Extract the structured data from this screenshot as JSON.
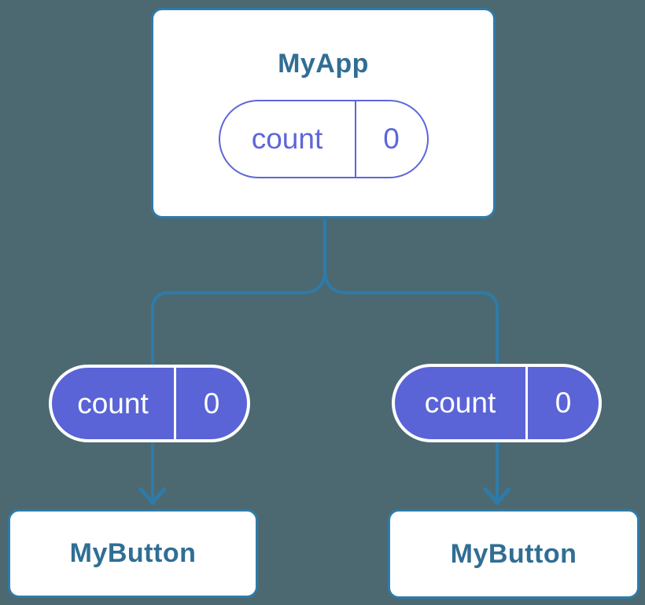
{
  "colors": {
    "background": "#4C6971",
    "connector_blue": "#2E7BA9",
    "title_blue": "#306E94",
    "pill_fill_purple": "#5A64D7",
    "pill_outline_purple": "#5D66DA",
    "card_background": "#FFFFFF"
  },
  "tree": {
    "root": {
      "title": "MyApp",
      "state": {
        "name": "count",
        "value": "0"
      }
    },
    "children": [
      {
        "title": "MyButton",
        "prop": {
          "name": "count",
          "value": "0"
        }
      },
      {
        "title": "MyButton",
        "prop": {
          "name": "count",
          "value": "0"
        }
      }
    ]
  }
}
